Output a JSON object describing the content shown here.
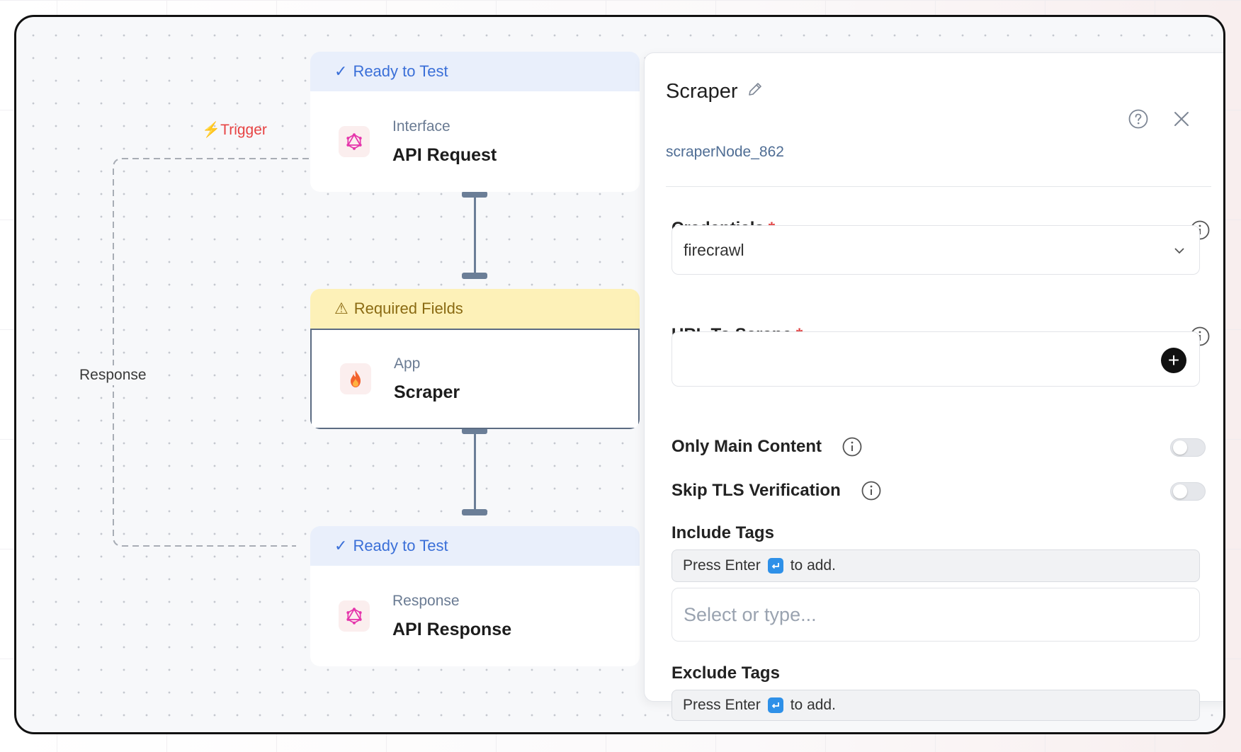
{
  "canvas": {
    "edges": {
      "trigger_label": "Trigger",
      "response_label": "Response"
    },
    "nodes": [
      {
        "status": "Ready to Test",
        "status_kind": "ready",
        "type": "Interface",
        "name": "API Request",
        "icon": "graphql-icon"
      },
      {
        "status": "Required Fields",
        "status_kind": "warning",
        "type": "App",
        "name": "Scraper",
        "icon": "flame-icon"
      },
      {
        "status": "Ready to Test",
        "status_kind": "ready",
        "type": "Response",
        "name": "API Response",
        "icon": "graphql-icon"
      }
    ]
  },
  "panel": {
    "title": "Scraper",
    "node_id": "scraperNode_862",
    "credentials": {
      "label": "Credentials",
      "required_mark": "*",
      "value": "firecrawl"
    },
    "url": {
      "label": "URL To Scrape",
      "required_mark": "*",
      "value": ""
    },
    "only_main_content": {
      "label": "Only Main Content",
      "enabled": false
    },
    "skip_tls": {
      "label": "Skip TLS Verification",
      "enabled": false
    },
    "include_tags": {
      "label": "Include Tags",
      "hint_before": "Press Enter",
      "hint_after": "to add.",
      "placeholder": "Select or type..."
    },
    "exclude_tags": {
      "label": "Exclude Tags",
      "hint_before": "Press Enter",
      "hint_after": "to add."
    }
  },
  "colors": {
    "trigger": "#e74343",
    "ready": "#3a6fd8",
    "warning_bg": "#fdf1b8",
    "connector": "#6b7e97"
  }
}
